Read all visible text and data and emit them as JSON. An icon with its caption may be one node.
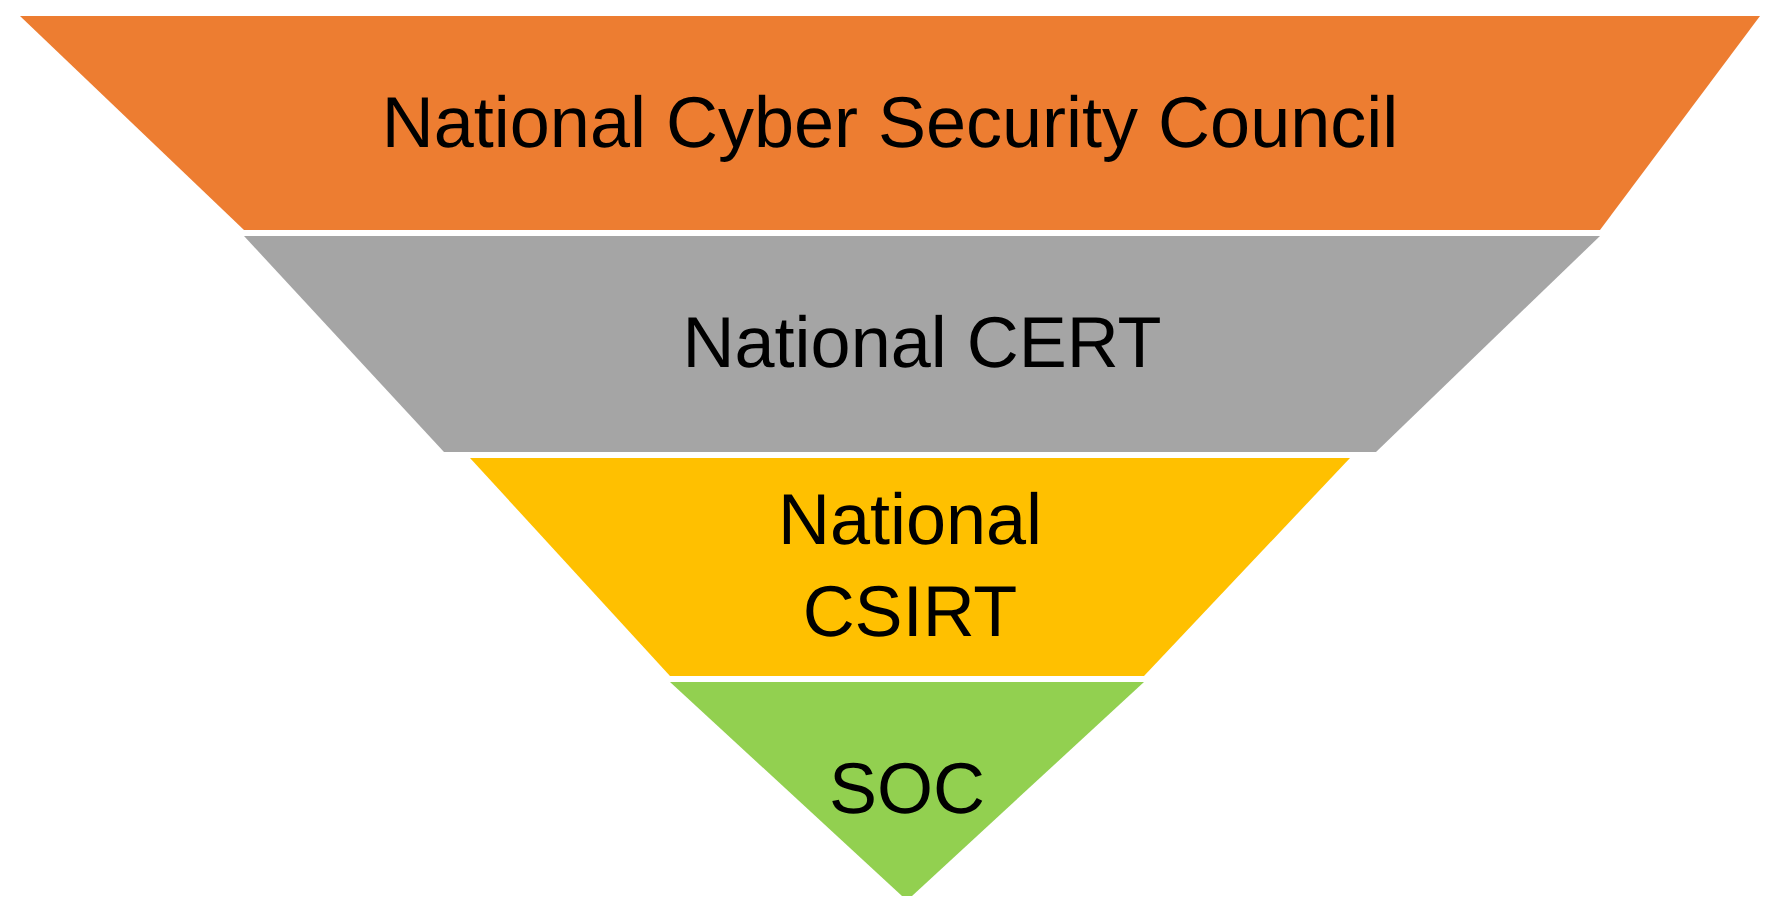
{
  "diagram": {
    "nodes": [
      {
        "text": [
          "National Cyber Security Council"
        ]
      },
      {
        "text": [
          "National CERT"
        ]
      },
      {
        "text": [
          "National CSIRT"
        ]
      },
      {
        "text": [
          "SOC"
        ]
      }
    ]
  }
}
